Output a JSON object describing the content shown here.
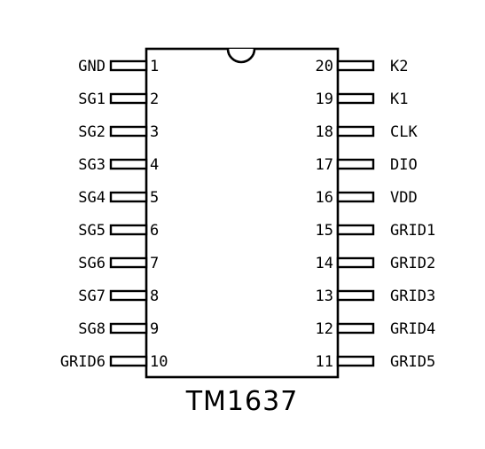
{
  "chip": {
    "title": "TM1637",
    "left_pins": [
      {
        "num": "1",
        "name": "GND"
      },
      {
        "num": "2",
        "name": "SG1"
      },
      {
        "num": "3",
        "name": "SG2"
      },
      {
        "num": "4",
        "name": "SG3"
      },
      {
        "num": "5",
        "name": "SG4"
      },
      {
        "num": "6",
        "name": "SG5"
      },
      {
        "num": "7",
        "name": "SG6"
      },
      {
        "num": "8",
        "name": "SG7"
      },
      {
        "num": "9",
        "name": "SG8"
      },
      {
        "num": "10",
        "name": "GRID6"
      }
    ],
    "right_pins": [
      {
        "num": "20",
        "name": "K2"
      },
      {
        "num": "19",
        "name": "K1"
      },
      {
        "num": "18",
        "name": "CLK"
      },
      {
        "num": "17",
        "name": "DIO"
      },
      {
        "num": "16",
        "name": "VDD"
      },
      {
        "num": "15",
        "name": "GRID1"
      },
      {
        "num": "14",
        "name": "GRID2"
      },
      {
        "num": "13",
        "name": "GRID3"
      },
      {
        "num": "12",
        "name": "GRID4"
      },
      {
        "num": "11",
        "name": "GRID5"
      }
    ]
  }
}
